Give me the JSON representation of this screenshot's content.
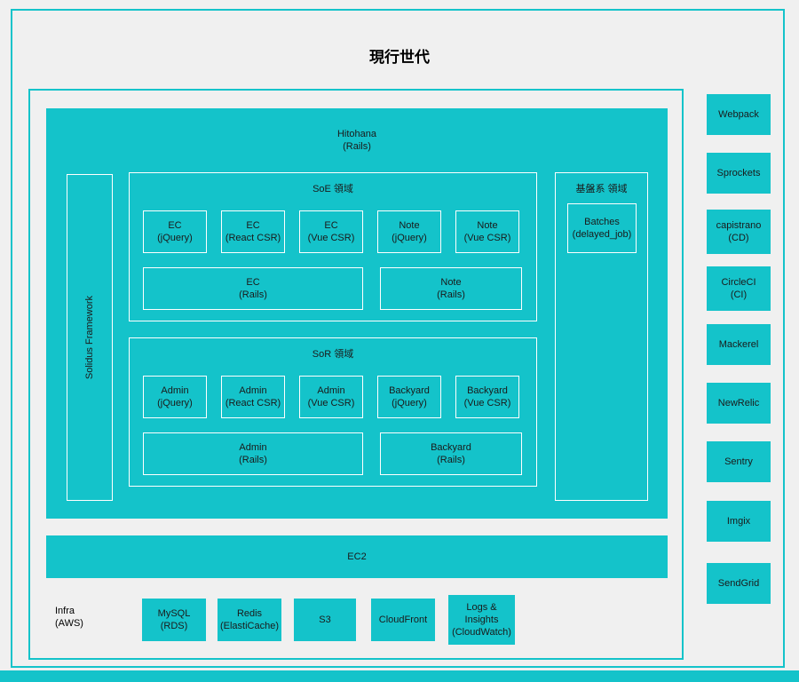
{
  "title": "現行世代",
  "colors": {
    "teal": "#14c3ca",
    "page_background": "#f0f0f0",
    "text": "#1a1a1a"
  },
  "hitohana": {
    "label": "Hitohana\n(Rails)",
    "solidus_label": "Solidus Framework",
    "soe": {
      "title": "SoE 領域",
      "boxes": [
        "EC\n(jQuery)",
        "EC\n(React CSR)",
        "EC\n(Vue CSR)",
        "Note\n(jQuery)",
        "Note\n(Vue CSR)"
      ],
      "wide_boxes": [
        "EC\n(Rails)",
        "Note\n(Rails)"
      ]
    },
    "sor": {
      "title": "SoR 領域",
      "boxes": [
        "Admin\n(jQuery)",
        "Admin\n(React CSR)",
        "Admin\n(Vue CSR)",
        "Backyard\n(jQuery)",
        "Backyard\n(Vue CSR)"
      ],
      "wide_boxes": [
        "Admin\n(Rails)",
        "Backyard\n(Rails)"
      ]
    },
    "foundation": {
      "title": "基盤系 領域",
      "batches_label": "Batches\n(delayed_job)"
    }
  },
  "ec2_label": "EC2",
  "infra": {
    "label": "Infra\n(AWS)",
    "services": [
      "MySQL\n(RDS)",
      "Redis\n(ElastiCache)",
      "S3",
      "CloudFront",
      "Logs &\nInsights\n(CloudWatch)"
    ]
  },
  "sidebar": [
    "Webpack",
    "Sprockets",
    "capistrano\n(CD)",
    "CircleCI\n(CI)",
    "Mackerel",
    "NewRelic",
    "Sentry",
    "Imgix",
    "SendGrid"
  ]
}
